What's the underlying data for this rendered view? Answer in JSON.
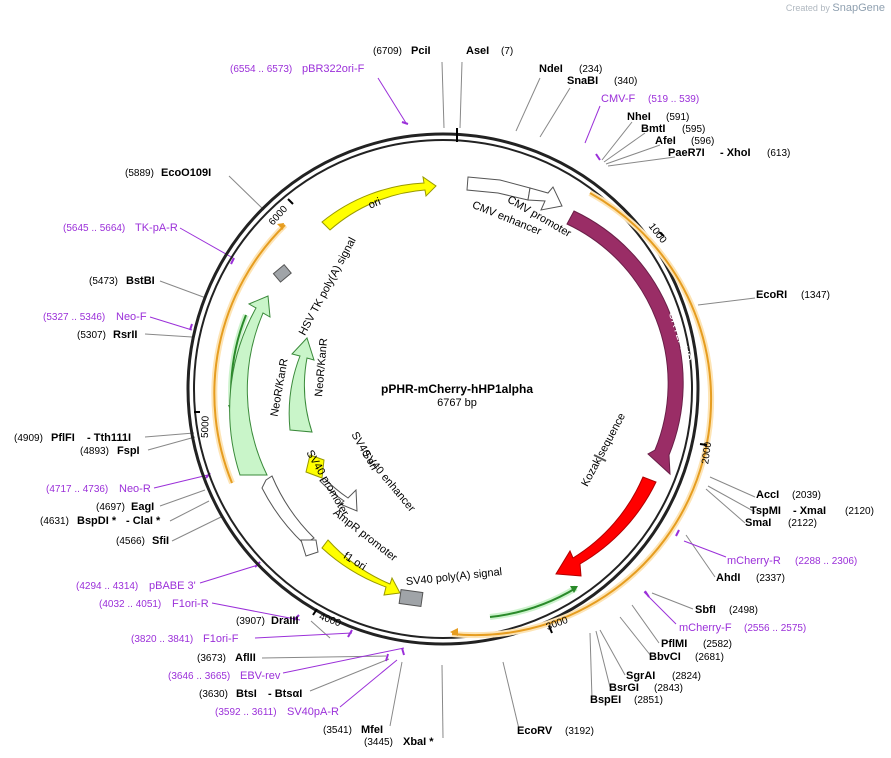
{
  "credit": {
    "prefix": "Created by",
    "brand": "SnapGene"
  },
  "plasmid": {
    "name": "pPHR-mCherry-hHP1alpha",
    "length_label": "6767 bp"
  },
  "ticks": [
    "1000",
    "2000",
    "3000",
    "4000",
    "5000",
    "6000"
  ],
  "enzymes": [
    {
      "pos": "(6709)",
      "name": "PciI"
    },
    {
      "name": "AseI",
      "pos": "(7)"
    },
    {
      "name": "NdeI",
      "pos": "(234)"
    },
    {
      "name": "SnaBI",
      "pos": "(340)"
    },
    {
      "name": "NheI",
      "pos": "(591)"
    },
    {
      "name": "BmtI",
      "pos": "(595)"
    },
    {
      "name": "AfeI",
      "pos": "(596)"
    },
    {
      "name": "PaeR7I",
      "name2": "- XhoI",
      "pos": "(613)"
    },
    {
      "name": "EcoRI",
      "pos": "(1347)"
    },
    {
      "name": "AccI",
      "pos": "(2039)"
    },
    {
      "name": "TspMI",
      "name2": "- XmaI",
      "pos": "(2120)"
    },
    {
      "name": "SmaI",
      "pos": "(2122)"
    },
    {
      "name": "AhdI",
      "pos": "(2337)"
    },
    {
      "name": "SbfI",
      "pos": "(2498)"
    },
    {
      "name": "PflMI",
      "pos": "(2582)"
    },
    {
      "name": "BbvCI",
      "pos": "(2681)"
    },
    {
      "name": "SgrAI",
      "pos": "(2824)"
    },
    {
      "name": "BsrGI",
      "pos": "(2843)"
    },
    {
      "name": "BspEI",
      "pos": "(2851)"
    },
    {
      "name": "EcoRV",
      "pos": "(3192)"
    },
    {
      "name": "XbaI *",
      "pos": "(3445)"
    },
    {
      "pos": "(3541)",
      "name": "MfeI"
    },
    {
      "pos": "(3630)",
      "name": "BtsI",
      "name2": "- BtsαI"
    },
    {
      "pos": "(3673)",
      "name": "AflII"
    },
    {
      "pos": "(3907)",
      "name": "DraIII"
    },
    {
      "pos": "(4566)",
      "name": "SfiI"
    },
    {
      "pos": "(4631)",
      "name": "BspDI *",
      "name2": "- ClaI *"
    },
    {
      "pos": "(4697)",
      "name": "EagI"
    },
    {
      "pos": "(4893)",
      "name": "FspI"
    },
    {
      "pos": "(4909)",
      "name": "PflFI",
      "name2": "- Tth111I"
    },
    {
      "pos": "(5307)",
      "name": "RsrII"
    },
    {
      "pos": "(5473)",
      "name": "BstBI"
    },
    {
      "pos": "(5889)",
      "name": "EcoO109I"
    }
  ],
  "primers": [
    {
      "range": "(6554 .. 6573)",
      "name": "pBR322ori-F"
    },
    {
      "name": "CMV-F",
      "range": "(519 .. 539)"
    },
    {
      "name": "mCherry-R",
      "range": "(2288 .. 2306)"
    },
    {
      "name": "mCherry-F",
      "range": "(2556 .. 2575)"
    },
    {
      "range": "(3592 .. 3611)",
      "name": "SV40pA-R"
    },
    {
      "range": "(3646 .. 3665)",
      "name": "EBV-rev"
    },
    {
      "range": "(3820 .. 3841)",
      "name": "F1ori-F"
    },
    {
      "range": "(4032 .. 4051)",
      "name": "F1ori-R"
    },
    {
      "range": "(4294 .. 4314)",
      "name": "pBABE 3'"
    },
    {
      "range": "(4717 .. 4736)",
      "name": "Neo-R"
    },
    {
      "range": "(5327 .. 5346)",
      "name": "Neo-F"
    },
    {
      "range": "(5645 .. 5664)",
      "name": "TK-pA-R"
    }
  ],
  "features": {
    "ori": "ori",
    "cmv_promoter": "CMV promoter",
    "cmv_enhancer": "CMV enhancer",
    "cry2phr": "CRY2PHR",
    "mcherry": "mCherry",
    "kozak": "Kozak sequence",
    "sv40_polya": "SV40 poly(A) signal",
    "f1_ori": "f1 ori",
    "ampr_promoter": "AmpR promoter",
    "sv40_promoter": "SV40 promoter",
    "sv40_ori": "SV40 ori",
    "sv40_enhancer": "SV40 enhancer",
    "neokan_outer": "NeoR/KanR",
    "neokan_inner": "NeoR/KanR",
    "hsv_tk": "HSV TK poly(A) signal"
  },
  "colors": {
    "backbone": "#222222",
    "orf": "#f5a623",
    "cry2phr": "#a0306a",
    "mcherry": "#ff0000",
    "ori": "#ffff00",
    "neo": "#c9f5c9",
    "primer": "#9b30d9",
    "polya": "#a0a4a8"
  }
}
